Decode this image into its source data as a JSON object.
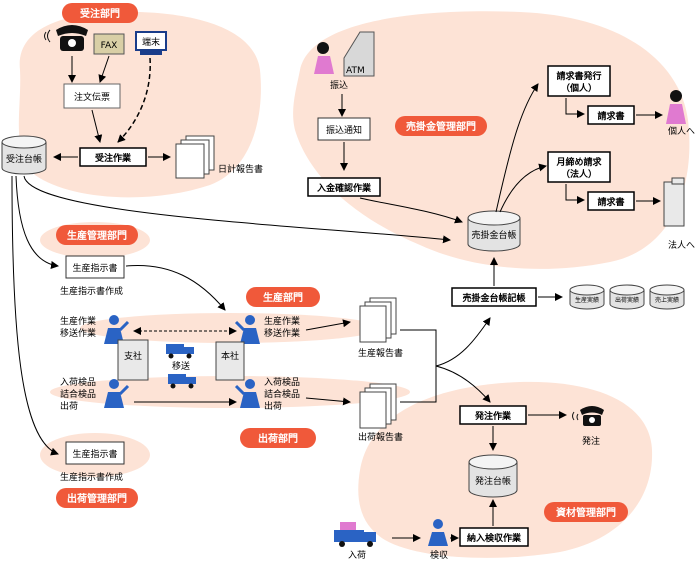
{
  "departments": {
    "order": "受注部門",
    "production_mgmt": "生産管理部門",
    "production": "生産部門",
    "receivables": "売掛金管理部門",
    "shipping": "出荷部門",
    "shipping_mgmt": "出荷管理部門",
    "materials": "資材管理部門"
  },
  "order_area": {
    "fax": "FAX",
    "terminal": "端末",
    "order_slip": "注文伝票",
    "order_work": "受注作業",
    "daily_report": "日計報告書",
    "order_ledger": "受注台帳"
  },
  "receivables_area": {
    "atm": "ATM",
    "transfer": "振込",
    "transfer_notice": "振込通知",
    "deposit_check": "入金確認作業",
    "invoice_issue": "請求書発行",
    "individual_paren": "（個人）",
    "invoice_1": "請求書",
    "to_individual": "個人へ",
    "monthly_billing": "月締め請求",
    "corporate_paren": "（法人）",
    "invoice_2": "請求書",
    "to_corporate": "法人へ",
    "receivables_ledger": "売掛金台帳",
    "ledger_posting": "売掛金台帳記帳",
    "ledger_production": "生産実績",
    "ledger_shipping": "出荷実績",
    "ledger_sales": "売上実績"
  },
  "production_area": {
    "instruction_1": "生産指示書",
    "instruction_create_1": "生産指示書作成",
    "left_work_1": "生産作業",
    "left_work_2": "移送作業",
    "right_work_1": "生産作業",
    "right_work_2": "移送作業",
    "branch": "支社",
    "head_office": "本社",
    "transfer_label": "移送",
    "production_report": "生産報告書"
  },
  "shipping_area": {
    "left_1": "入荷検品",
    "left_2": "詰合検品",
    "left_3": "出荷",
    "right_1": "入荷検品",
    "right_2": "詰合検品",
    "right_3": "出荷",
    "shipping_report": "出荷報告書",
    "instruction_2": "生産指示書",
    "instruction_create_2": "生産指示書作成"
  },
  "materials_area": {
    "ordering_work": "発注作業",
    "ordering": "発注",
    "ordering_ledger": "発注台帳",
    "receiving_inspection": "納入検収作業",
    "inspection": "検収",
    "arrival": "入荷"
  },
  "colors": {
    "blob": "#fde3d6",
    "badge": "#f0593a",
    "worker": "#2a63c4",
    "truck": "#2a63c4",
    "person": "#e07ad0"
  }
}
